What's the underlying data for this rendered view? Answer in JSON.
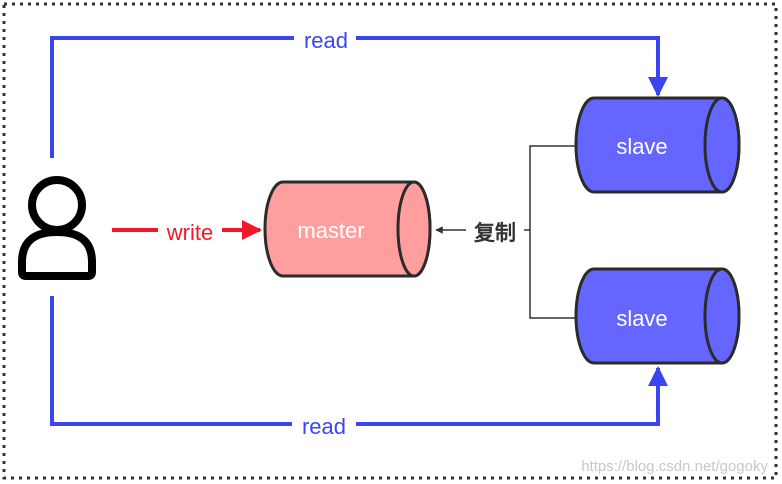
{
  "edges": {
    "read_top": "read",
    "read_bottom": "read",
    "write": "write",
    "replicate": "复制"
  },
  "nodes": {
    "master": "master",
    "slave_top": "slave",
    "slave_bottom": "slave"
  },
  "watermark": "https://blog.csdn.net/gogoky",
  "colors": {
    "read": "#3a45f0",
    "write": "#f0182a",
    "master_fill": "#ff9e9e",
    "slave_fill": "#6565ff",
    "outline": "#2b2b2b"
  },
  "icons": {
    "user": "user-icon"
  }
}
